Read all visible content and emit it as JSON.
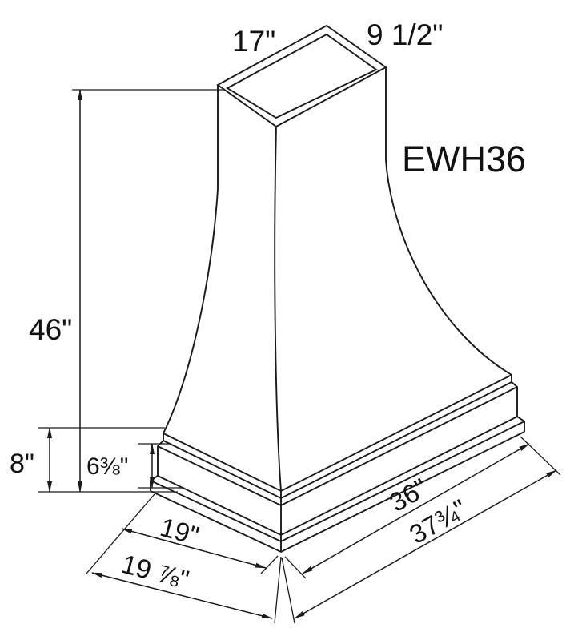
{
  "model": "EWH36",
  "labels": {
    "chimney_width": "17\"",
    "chimney_depth": "9 1/2\"",
    "overall_height": "46\"",
    "base_height": "8\"",
    "crown_height": "6⅜\"",
    "base_depth": "19\"",
    "overall_depth": "19 ⅞\"",
    "base_width": "36\"",
    "overall_width": "37¾\""
  },
  "colors": {
    "line": "#1a1a1a",
    "background": "#ffffff"
  }
}
